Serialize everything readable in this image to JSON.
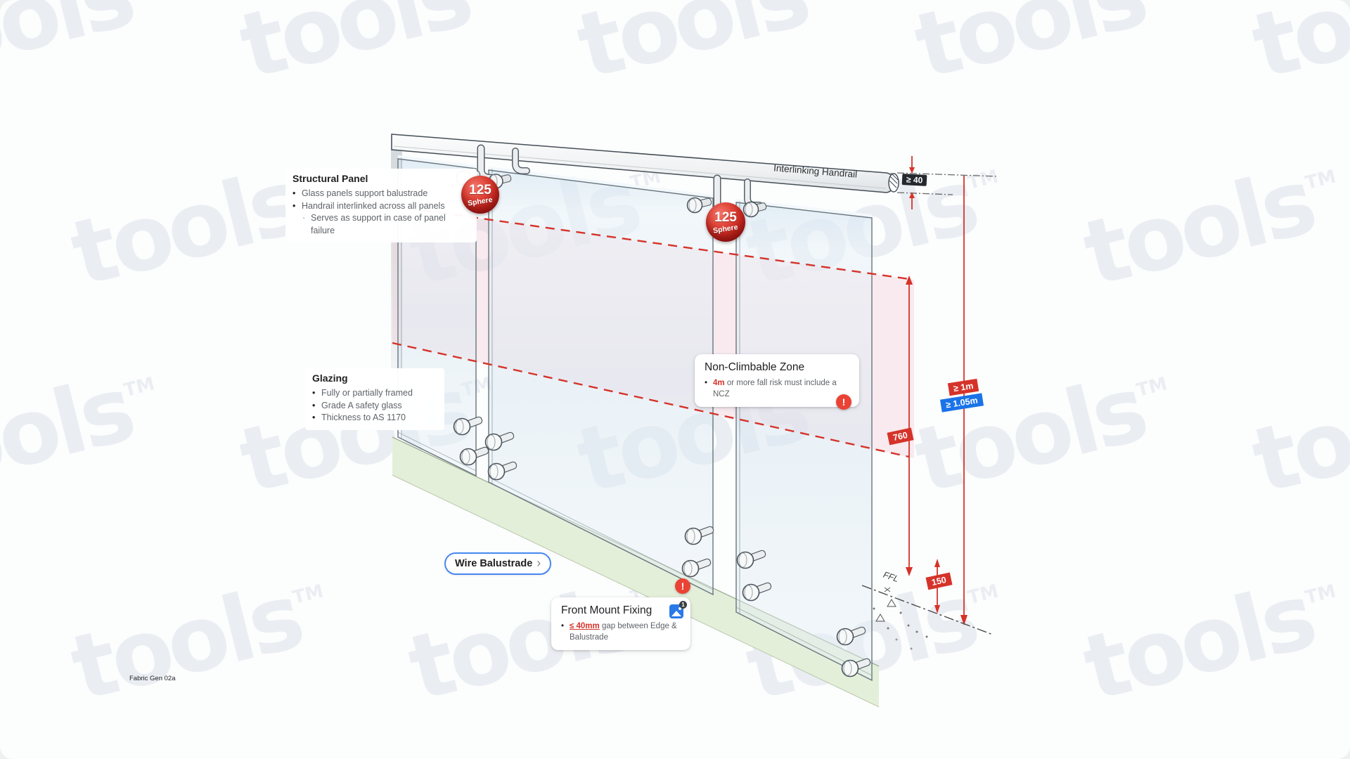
{
  "meta": {
    "footer_note": "Fabric Gen 02a"
  },
  "watermark": {
    "text": "tools",
    "tm": "TM"
  },
  "colors": {
    "accent_red": "#d5332a",
    "accent_blue": "#1a73e8",
    "badge_dark": "#24292d",
    "glass_blue": "#d6e7f2",
    "deck_green": "#e4efda",
    "ncz_pink": "#f3ccd6"
  },
  "icons": {
    "alert_glyph": "!",
    "chevron_glyph": "›",
    "image_badge_count": "1"
  },
  "annotations": {
    "structural_panel": {
      "title": "Structural Panel",
      "bullets": [
        "Glass panels support balustrade",
        "Handrail interlinked across all panels"
      ],
      "sub_bullet": "Serves as support in case of panel failure"
    },
    "glazing": {
      "title": "Glazing",
      "bullets": [
        "Fully or partially framed",
        "Grade A safety glass",
        "Thickness to AS 1170"
      ]
    },
    "ncz_card": {
      "title": "Non-Climbable Zone",
      "highlight": "4m",
      "rest": " or more fall risk must include a NCZ"
    },
    "front_mount_card": {
      "title": "Front Mount Fixing",
      "highlight": "≤ 40mm",
      "rest": " gap between Edge & Balustrade"
    },
    "wire_balustrade_button": {
      "label": "Wire Balustrade"
    },
    "interlinking_handrail_label": "Interlinking Handrail",
    "ffl_label": "FFL"
  },
  "dimensions": {
    "handrail_min": "≥ 40",
    "height_min_red": "≥ 1m",
    "height_min_blue": "≥ 1.05m",
    "ncz_height": "760",
    "bottom_gap": "150"
  },
  "sphere_badges": [
    {
      "value": "125",
      "label": "Sphere"
    },
    {
      "value": "125",
      "label": "Sphere"
    }
  ]
}
